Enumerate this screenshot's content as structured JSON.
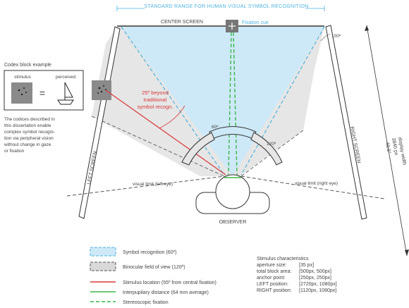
{
  "header": {
    "range_label": "STANDARD RANGE FOR HUMAN VISUAL SYMBOL RECOGNITION"
  },
  "screens": {
    "center": "CENTER SCREEN",
    "left": "LEFT SCREEN",
    "right": "RIGHT SCREEN",
    "fixation_cue": "Fixation cue",
    "angle_100": "100º",
    "display_width": [
      "display width",
      "3840 px",
      "48.5\""
    ]
  },
  "codex": {
    "title": "Codex block example",
    "stimulus": "stimulus",
    "perceived": "perceived",
    "equals": "=",
    "description": [
      "The codices described in",
      "this dissertation enable",
      "complex symbol recogni-",
      "tion via peripheral vision",
      "without change in gaze",
      "or fixation"
    ]
  },
  "annotations": {
    "beyond": [
      "25º beyond",
      "traditional",
      "symbol recogn."
    ],
    "angle_60": "60º",
    "angle_120": "120º",
    "limit_left": "visual limit (left eye)",
    "limit_right": "visual limit (right eye)",
    "observer": "OBSERVER"
  },
  "legend": [
    {
      "label": "Symbol recognition (60º)",
      "kind": "box",
      "fill": "#cde9f7",
      "stroke": "#4fb3de"
    },
    {
      "label": "Binocular field of view (120º)",
      "kind": "box",
      "fill": "#d9d9d9",
      "stroke": "#555555"
    },
    {
      "label": "Stimulus location (55º from central fixation)",
      "kind": "line",
      "stroke": "#d9383a"
    },
    {
      "label": "Interpupilary distance (64 mm average)",
      "kind": "line",
      "stroke": "#3ab54a"
    },
    {
      "label": "Stereoscopic fixation",
      "kind": "dash",
      "stroke": "#3ab54a"
    }
  ],
  "stimulus_characteristics": {
    "title": "Stimulus characteristics",
    "rows": [
      {
        "key": "aperture size:",
        "value": "[35 px]"
      },
      {
        "key": "total block area:",
        "value": "[500px, 500px]"
      },
      {
        "key": "anchor point:",
        "value": "[250px, 250px]"
      },
      {
        "key": "LEFT position:",
        "value": "[2720px, 1080px]"
      },
      {
        "key": "RIGHT position:",
        "value": "[1120px, 1080px]"
      }
    ]
  },
  "colors": {
    "blue_fill": "#cde9f7",
    "blue_stroke": "#4fb3de",
    "gray_fill": "#e6e6e6",
    "red": "#d9383a",
    "green": "#3ab54a",
    "dark": "#333333"
  }
}
